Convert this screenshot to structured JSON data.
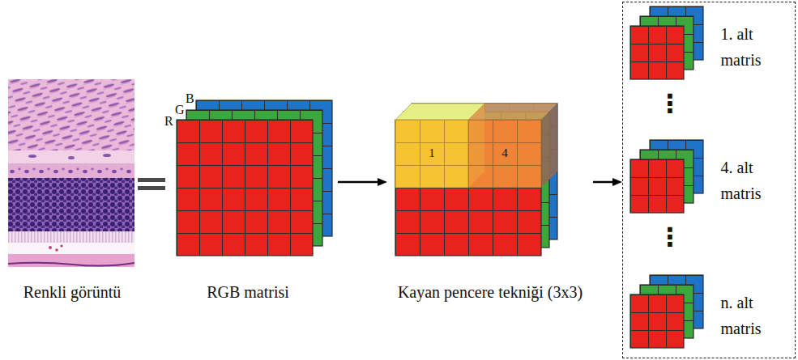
{
  "diagram": {
    "nodes": [
      {
        "text": [
          "Renkli görüntü"
        ]
      },
      {
        "text": [
          "B",
          "G",
          "R",
          "RGB matrisi"
        ]
      },
      {
        "text": [
          "1",
          "4",
          "Kayan pencere tekniği (3x3)"
        ]
      },
      {
        "text": []
      },
      {
        "text": [
          "1. alt matris"
        ],
        "in": 3
      },
      {
        "text": [
          "4. alt matris"
        ],
        "in": 3
      },
      {
        "text": [
          "n. alt matris"
        ],
        "in": 3
      }
    ],
    "edges": [
      {
        "from": 1,
        "to": 2,
        "arrow": "to"
      },
      {
        "from": 2,
        "to": 3,
        "arrow": "to"
      }
    ],
    "labels": [
      "⋮",
      "⋮"
    ]
  }
}
